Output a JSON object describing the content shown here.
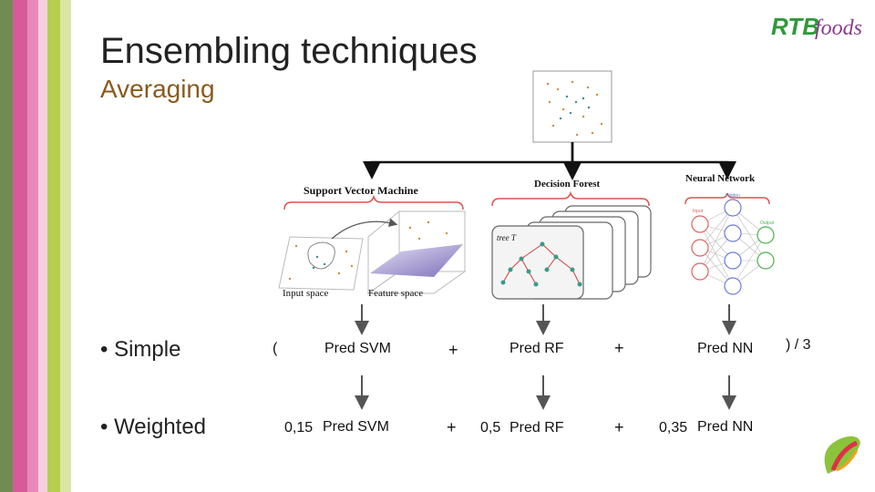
{
  "slide": {
    "title": "Ensembling techniques",
    "subtitle": "Averaging"
  },
  "logo": {
    "text_rtb": "RTB",
    "text_foods": "foods"
  },
  "diagram": {
    "svm_label": "Support Vector Machine",
    "forest_label": "Decision Forest",
    "nn_label": "Neural Network",
    "input_space": "Input space",
    "feature_space": "Feature space",
    "tree_label": "tree T",
    "nn_hidden": "Hidden",
    "nn_input": "Input",
    "nn_output": "Output"
  },
  "rows": {
    "simple": {
      "bullet": "• Simple",
      "open_paren": "(",
      "svm": "Pred SVM",
      "plus1": "+",
      "rf": "Pred RF",
      "plus2": "+",
      "nn": "Pred NN",
      "tail": ") / 3"
    },
    "weighted": {
      "bullet": "• Weighted",
      "w_svm": "0,15",
      "svm": "Pred SVM",
      "plus1": "+",
      "w_rf": "0,5",
      "rf": "Pred RF",
      "plus2": "+",
      "w_nn": "0,35",
      "nn": "Pred NN"
    }
  },
  "colors": {
    "stripe_colors": [
      "#6a8a4a",
      "#d85a9a",
      "#e27ab0",
      "#f2c3dc",
      "#b9cf4e",
      "#d9e39a"
    ],
    "subtitle": "#8a5a1e",
    "arrow": "#555555",
    "logo_green": "#2e9a3a",
    "logo_purple": "#8a3a8a"
  }
}
